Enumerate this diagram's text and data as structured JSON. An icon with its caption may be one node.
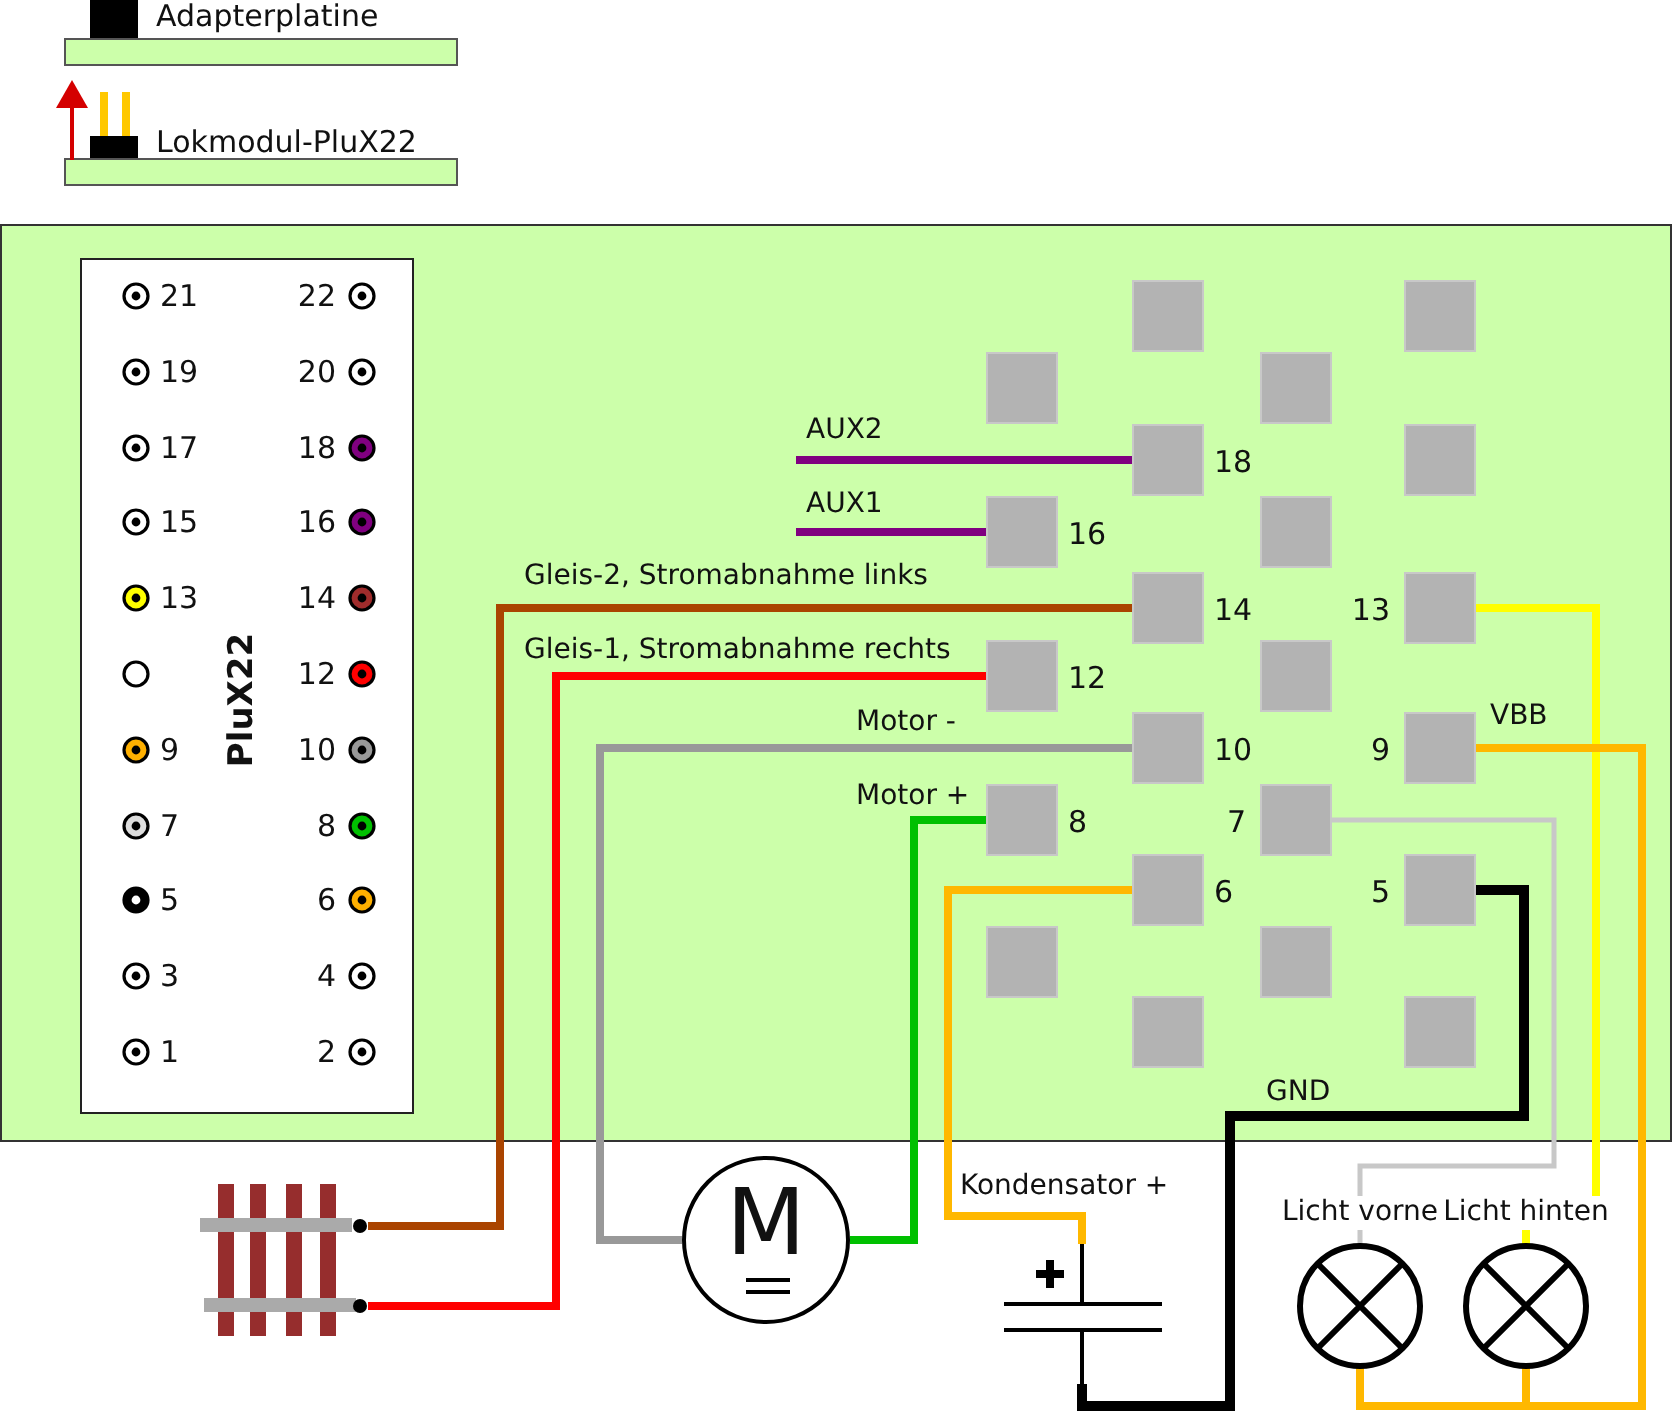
{
  "diagram": {
    "nodes": [
      {
        "text": [
          "PluX22"
        ]
      },
      {
        "text": [],
        "shape": "box"
      },
      {
        "text": [],
        "shape": "box"
      },
      {
        "text": [],
        "shape": "box"
      },
      {
        "text": [],
        "shape": "box"
      },
      {
        "text": [],
        "shape": "box",
        "beside": [
          "18"
        ]
      },
      {
        "text": [],
        "shape": "box"
      },
      {
        "text": [],
        "shape": "box",
        "beside": [
          "16"
        ]
      },
      {
        "text": [],
        "shape": "box"
      },
      {
        "text": [],
        "shape": "box",
        "beside": [
          "14"
        ]
      },
      {
        "text": [],
        "shape": "box",
        "beside": [
          "13"
        ]
      },
      {
        "text": [],
        "shape": "box",
        "beside": [
          "12"
        ]
      },
      {
        "text": [],
        "shape": "box"
      },
      {
        "text": [],
        "shape": "box",
        "beside": [
          "10"
        ]
      },
      {
        "text": [],
        "shape": "box",
        "beside": [
          "9"
        ]
      },
      {
        "text": [],
        "shape": "box",
        "beside": [
          "8"
        ]
      },
      {
        "text": [],
        "shape": "box",
        "beside": [
          "7"
        ]
      },
      {
        "text": [],
        "shape": "box",
        "beside": [
          "6"
        ]
      },
      {
        "text": [],
        "shape": "box",
        "beside": [
          "5"
        ]
      },
      {
        "text": [],
        "shape": "box"
      },
      {
        "text": [],
        "shape": "box"
      },
      {
        "text": [],
        "shape": "box"
      },
      {
        "text": [],
        "shape": "box"
      },
      {
        "text": [],
        "shape": "picture"
      },
      {
        "text": [
          "M"
        ]
      },
      {
        "text": [],
        "shape": "picture"
      },
      {
        "text": [
          "Licht vorne"
        ]
      },
      {
        "text": [
          "Licht hinten"
        ]
      }
    ],
    "edges": [
      {
        "from": 5,
        "to": null,
        "arrow": "none",
        "label": "AUX2",
        "color": "#800080"
      },
      {
        "from": 7,
        "to": null,
        "arrow": "none",
        "label": "AUX1",
        "color": "#800080"
      },
      {
        "from": 9,
        "to": 23,
        "arrow": "none",
        "label": "Gleis-2, Stromabnahme links",
        "color": "#aa4400"
      },
      {
        "from": 11,
        "to": 23,
        "arrow": "none",
        "label": "Gleis-1, Stromabnahme rechts",
        "color": "#ff0000"
      },
      {
        "from": 13,
        "to": 24,
        "arrow": "none",
        "label": "Motor -",
        "color": "#999999"
      },
      {
        "from": 15,
        "to": 24,
        "arrow": "none",
        "label": "Motor +",
        "color": "#00c000"
      },
      {
        "from": 17,
        "to": 25,
        "arrow": "none",
        "label": "Kondensator +",
        "color": "#ffb800"
      },
      {
        "from": 16,
        "to": 26,
        "arrow": "none",
        "color": "#c8c8c8"
      },
      {
        "from": 10,
        "to": 27,
        "arrow": "none",
        "color": "#ffff00"
      },
      {
        "from": 14,
        "to": 26,
        "arrow": "none",
        "label": "VBB",
        "color": "#ffb800"
      },
      {
        "from": 14,
        "to": 27,
        "arrow": "none",
        "color": "#ffb800"
      },
      {
        "from": 18,
        "to": 25,
        "arrow": "none",
        "label": "GND",
        "color": "#000000"
      }
    ],
    "labels": [
      "Adapterplatine",
      "Lokmodul-PluX22",
      "21",
      "22",
      "19",
      "20",
      "17",
      "18",
      "15",
      "16",
      "13",
      "14",
      "12",
      "9",
      "10",
      "7",
      "8",
      "5",
      "6",
      "3",
      "4",
      "1",
      "2"
    ]
  }
}
